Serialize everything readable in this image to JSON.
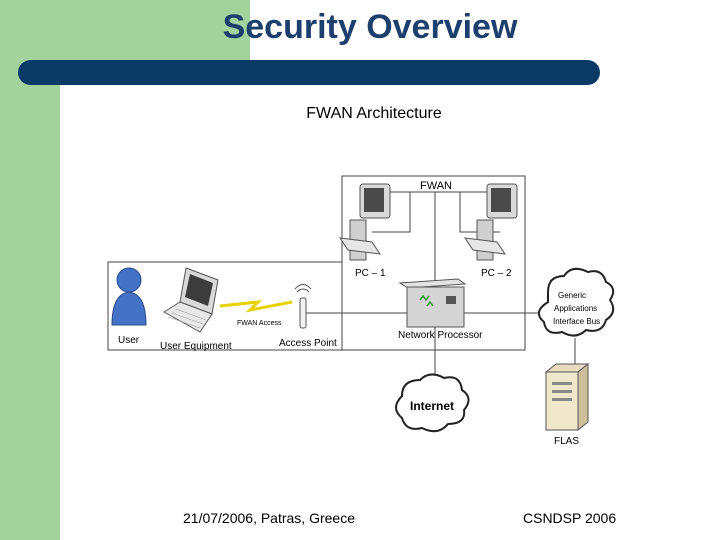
{
  "slide": {
    "title": "Security Overview",
    "subtitle": "FWAN Architecture",
    "footer_left": "21/07/2006, Patras, Greece",
    "footer_right": "CSNDSP 2006"
  },
  "diagram": {
    "fwan_label": "FWAN",
    "pc1_label": "PC – 1",
    "pc2_label": "PC – 2",
    "user_label": "User",
    "user_equipment_label": "User Equipment",
    "fwan_access_label": "FWAN Access",
    "access_point_label": "Access Point",
    "network_processor_label": "Network Processor",
    "gaib_line1": "Generic",
    "gaib_line2": "Applications",
    "gaib_line3": "Interface Bus",
    "internet_label": "Internet",
    "flas_label": "FLAS"
  },
  "colors": {
    "green_band": "#a3d39c",
    "navy_rule": "#0b3a66",
    "title_color": "#1d3f6e"
  }
}
